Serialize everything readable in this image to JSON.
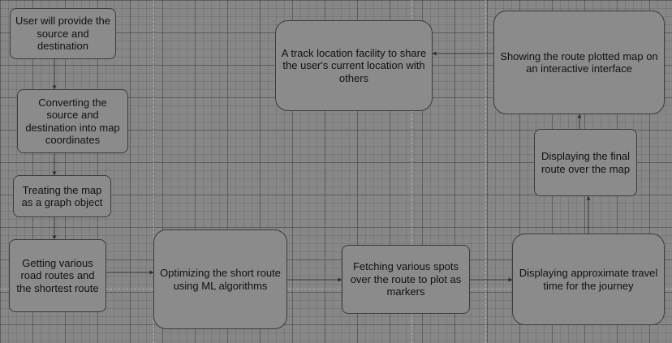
{
  "diagram": {
    "nodes": [
      {
        "id": "n1",
        "label": "User will provide the source and destination"
      },
      {
        "id": "n2",
        "label": "Converting the source and destination into map coordinates"
      },
      {
        "id": "n3",
        "label": "Treating the map as a graph object"
      },
      {
        "id": "n4",
        "label": "Getting various road routes and the shortest route"
      },
      {
        "id": "n5",
        "label": "Optimizing the short route using ML algorithms"
      },
      {
        "id": "n6",
        "label": "Fetching various spots over the route to plot as markers"
      },
      {
        "id": "n7",
        "label": "Displaying approximate travel time for the journey"
      },
      {
        "id": "n8",
        "label": "Displaying the final route over the map"
      },
      {
        "id": "n9",
        "label": "Showing the route plotted map on an interactive interface"
      },
      {
        "id": "n10",
        "label": "A track location facility to share the user's current location with others"
      }
    ],
    "edges": [
      {
        "from": "n1",
        "to": "n2"
      },
      {
        "from": "n2",
        "to": "n3"
      },
      {
        "from": "n3",
        "to": "n4"
      },
      {
        "from": "n4",
        "to": "n5"
      },
      {
        "from": "n5",
        "to": "n6"
      },
      {
        "from": "n6",
        "to": "n7"
      },
      {
        "from": "n7",
        "to": "n8"
      },
      {
        "from": "n8",
        "to": "n9"
      },
      {
        "from": "n9",
        "to": "n10"
      }
    ]
  }
}
